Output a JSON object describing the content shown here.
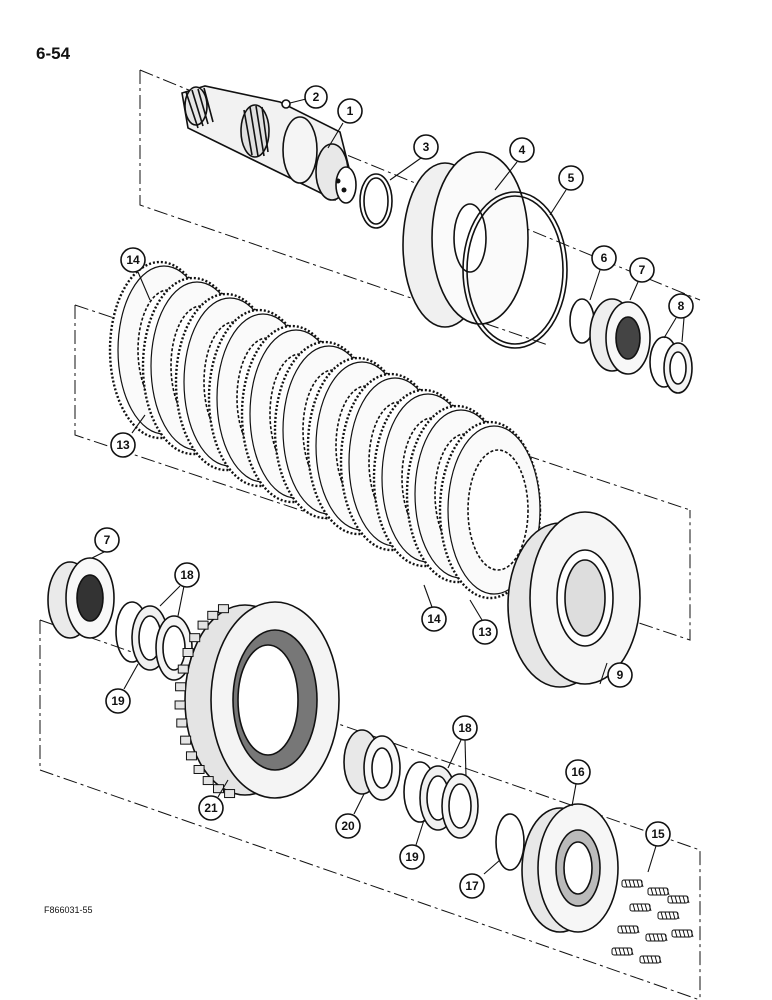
{
  "page_number": "6-54",
  "figure_code": "F866031-55",
  "callouts": {
    "c1": "1",
    "c2": "2",
    "c3": "3",
    "c4": "4",
    "c5": "5",
    "c6": "6",
    "c7a": "7",
    "c8": "8",
    "c14a": "14",
    "c13a": "13",
    "c7b": "7",
    "c18a": "18",
    "c19a": "19",
    "c14b": "14",
    "c13b": "13",
    "c9": "9",
    "c21": "21",
    "c20": "20",
    "c18b": "18",
    "c19b": "19",
    "c16": "16",
    "c15": "15",
    "c17": "17"
  }
}
